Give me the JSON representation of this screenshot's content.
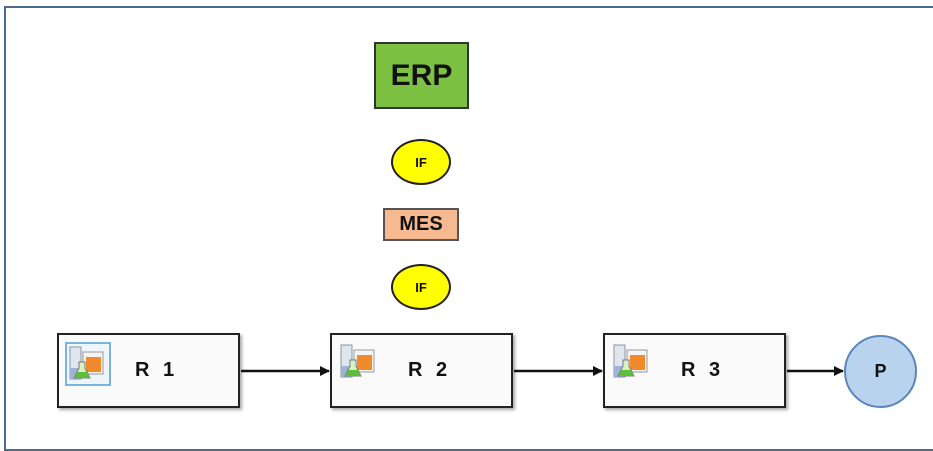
{
  "erp": {
    "label": "ERP",
    "color": "#7cc142"
  },
  "interfaces": [
    {
      "label": "IF"
    },
    {
      "label": "IF"
    }
  ],
  "mes": {
    "label": "MES",
    "color": "#f7b98f"
  },
  "reactors": [
    {
      "label": "R 1",
      "icon": "lab-flask-icon"
    },
    {
      "label": "R 2",
      "icon": "lab-flask-icon"
    },
    {
      "label": "R 3",
      "icon": "lab-flask-icon"
    }
  ],
  "product": {
    "label": "P",
    "color": "#b9d3ef"
  }
}
